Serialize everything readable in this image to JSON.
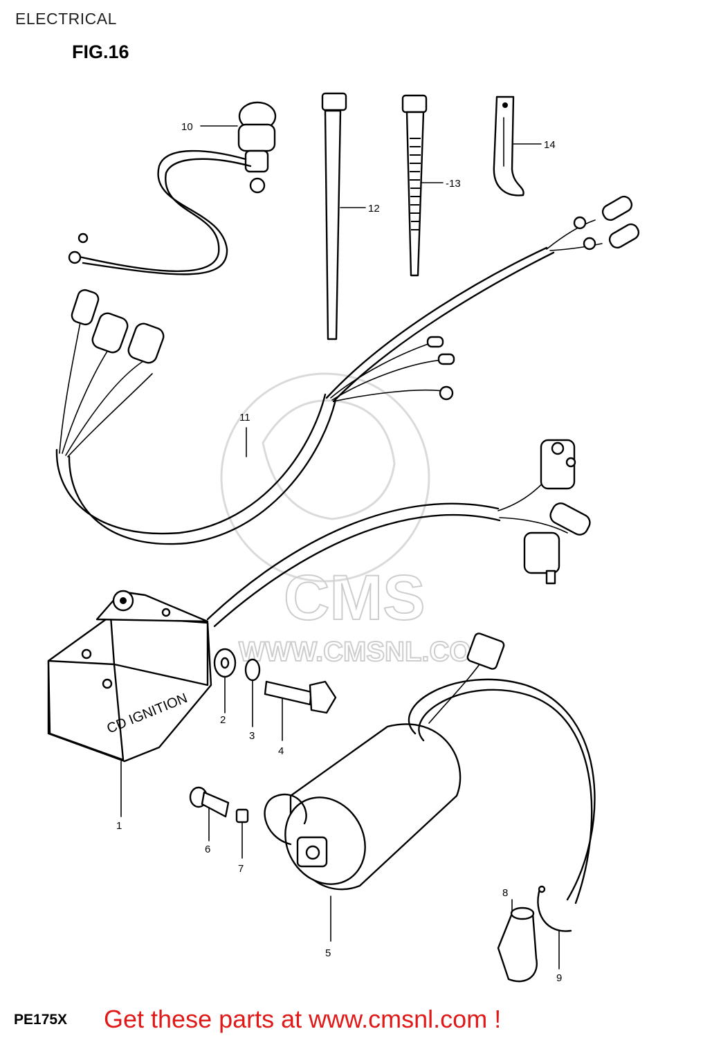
{
  "header": {
    "title": "ELECTRICAL",
    "figure": "FIG.16"
  },
  "watermark": {
    "text": "CMS",
    "url": "WWW.CMSNL.COM"
  },
  "unit_label": {
    "line1": "CD IGNITION"
  },
  "callouts": [
    "1",
    "2",
    "3",
    "4",
    "5",
    "6",
    "7",
    "8",
    "9",
    "10",
    "11",
    "12",
    "-13",
    "14"
  ],
  "footer": {
    "model": "PE175X",
    "cta": "Get these parts at www.cmsnl.com !",
    "cta_color": "#e01818"
  }
}
